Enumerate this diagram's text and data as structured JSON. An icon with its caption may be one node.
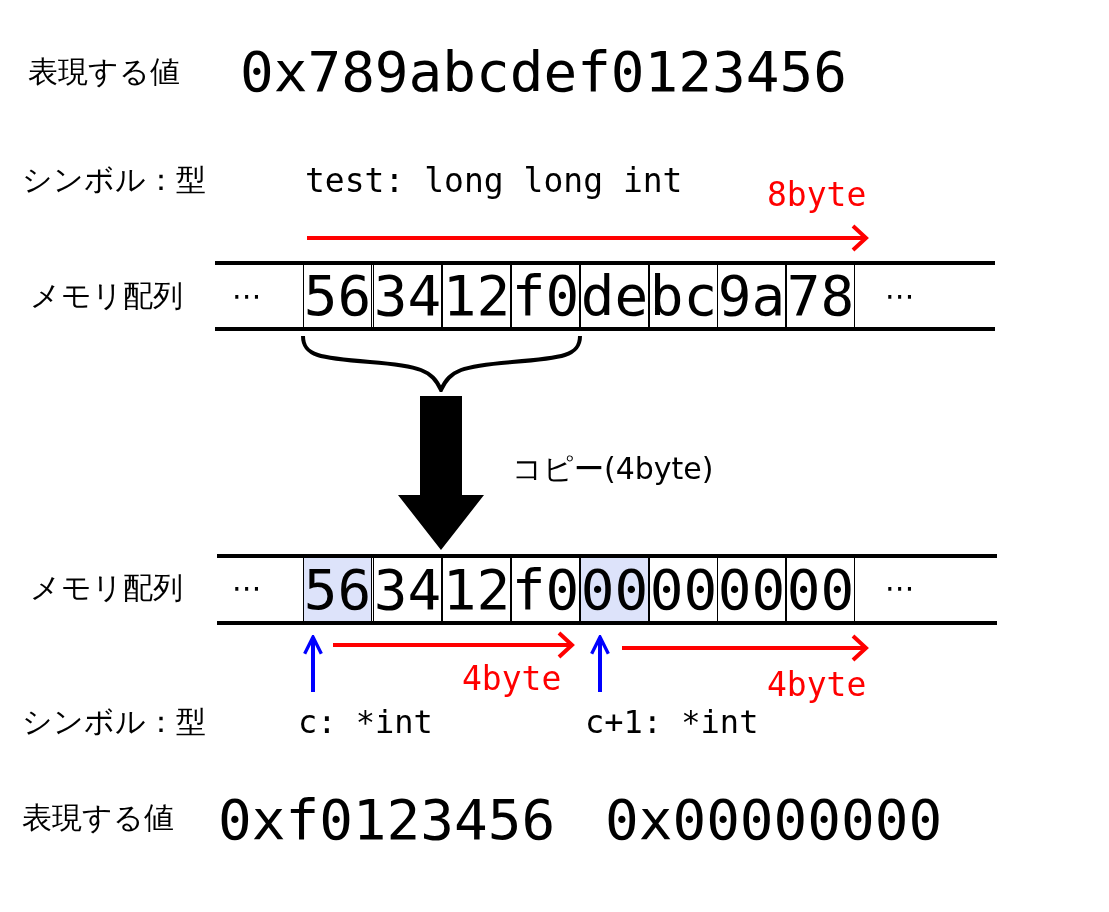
{
  "diagram": {
    "nodes": [
      {
        "text": [],
        "shape": "bar"
      },
      {
        "text": [
          "56"
        ],
        "in": 0
      },
      {
        "text": [
          "34"
        ],
        "in": 0
      },
      {
        "text": [
          "12"
        ],
        "in": 0
      },
      {
        "text": [
          "f0"
        ],
        "in": 0
      },
      {
        "text": [
          "de"
        ],
        "in": 0
      },
      {
        "text": [
          "bc"
        ],
        "in": 0
      },
      {
        "text": [
          "9a"
        ],
        "in": 0
      },
      {
        "text": [
          "78"
        ],
        "in": 0
      },
      {
        "text": [],
        "shape": "bar"
      },
      {
        "text": [
          "56"
        ],
        "in": 9
      },
      {
        "text": [
          "34"
        ],
        "in": 9
      },
      {
        "text": [
          "12"
        ],
        "in": 9
      },
      {
        "text": [
          "f0"
        ],
        "in": 9
      },
      {
        "text": [
          "00"
        ],
        "in": 9
      },
      {
        "text": [
          "00"
        ],
        "in": 9
      },
      {
        "text": [
          "00"
        ],
        "in": 9
      },
      {
        "text": [
          "00"
        ],
        "in": 9
      },
      {
        "text": [
          "c: *int"
        ]
      },
      {
        "text": [
          "c+1: *int"
        ]
      },
      {
        "text": [],
        "shape": "brace"
      }
    ],
    "edges": [
      {
        "from": 20,
        "to": 9,
        "arrow": "to",
        "label": "コピー(4byte)",
        "style": "thick",
        "color": "#000000"
      },
      {
        "from": 18,
        "to": 10,
        "arrow": "to",
        "color": "#0000ff"
      },
      {
        "from": 19,
        "to": 14,
        "arrow": "to",
        "color": "#0000ff"
      }
    ],
    "labels": [
      "表現する値",
      "0x789abcdef0123456",
      "シンボル：型",
      "test: long long int",
      "8byte",
      "メモリ配列",
      "⋯",
      "⋯",
      "メモリ配列",
      "⋯",
      "⋯",
      "4byte",
      "4byte",
      "シンボル：型",
      "表現する値",
      "0xf0123456",
      "0x00000000"
    ]
  }
}
